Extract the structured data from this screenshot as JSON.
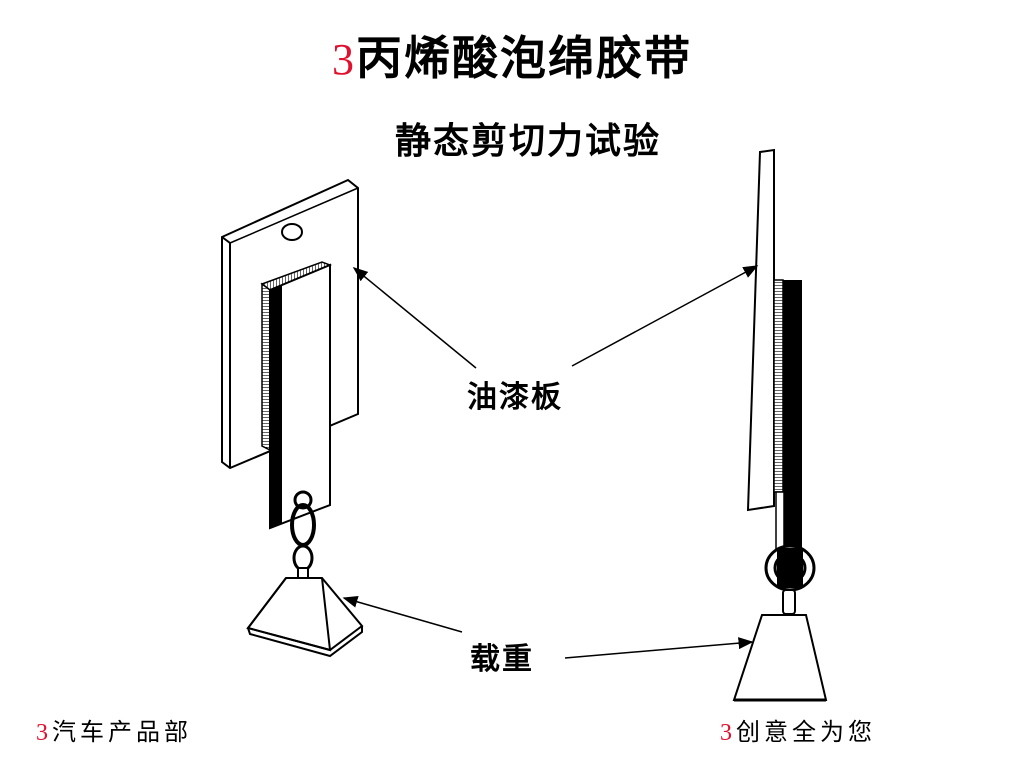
{
  "header": {
    "title_number": "3",
    "title_text": "丙烯酸泡绵胶带",
    "subtitle": "静态剪切力试验"
  },
  "labels": {
    "panel": "油漆板",
    "load": "载重"
  },
  "footer": {
    "left_number": "3",
    "left_text": "汽车产品部",
    "right_number": "3",
    "right_text": "创意全为您"
  },
  "colors": {
    "accent_red": "#e0102f",
    "ink": "#000000"
  }
}
